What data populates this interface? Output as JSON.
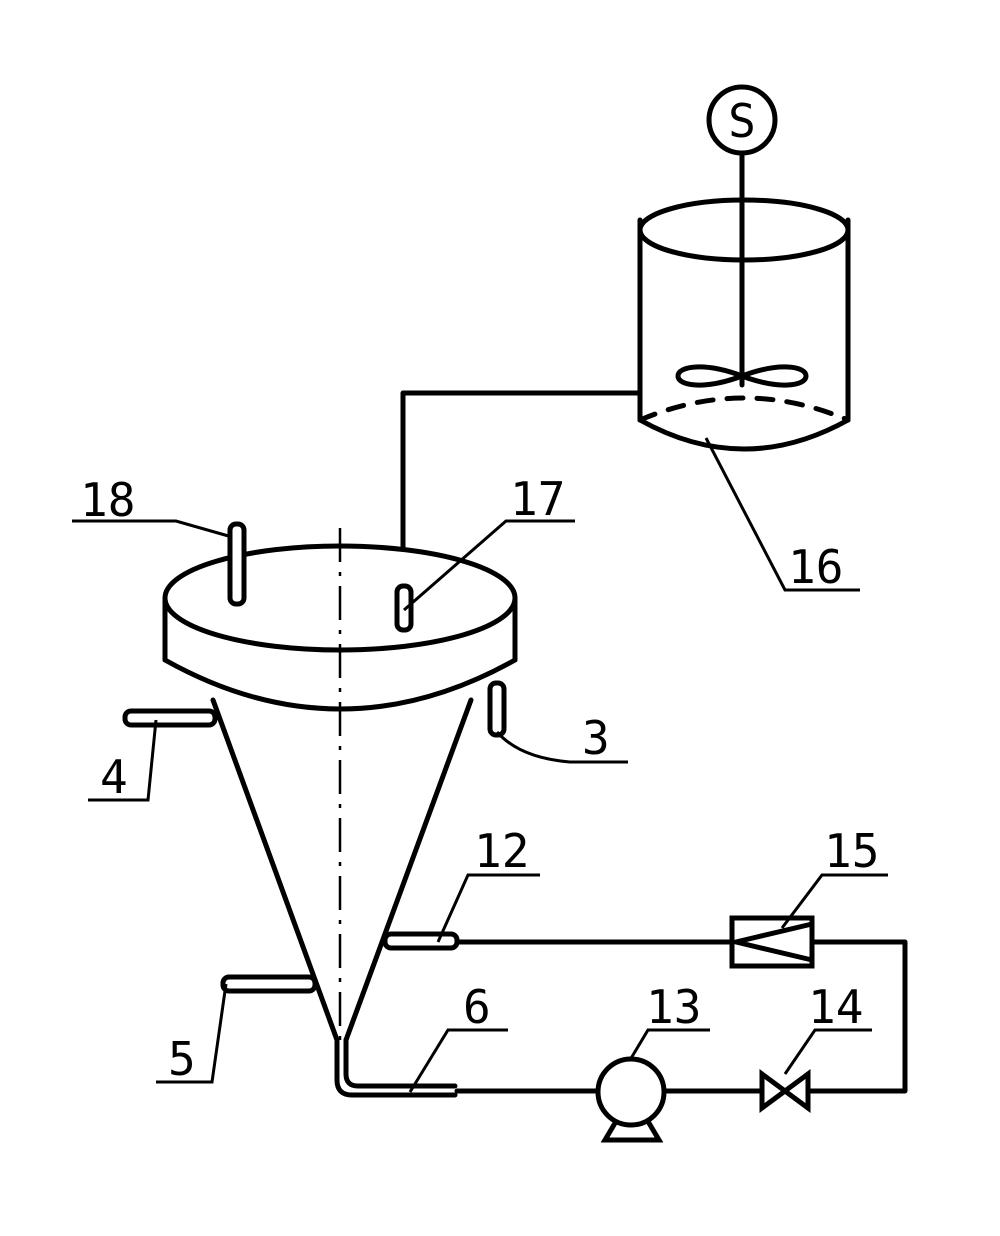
{
  "diagram": {
    "labels": {
      "n3": "3",
      "n4": "4",
      "n5": "5",
      "n6": "6",
      "n12": "12",
      "n13": "13",
      "n14": "14",
      "n15": "15",
      "n16": "16",
      "n17": "17",
      "n18": "18"
    },
    "motor_symbol": "S",
    "components": [
      "conical-vessel",
      "stirred-tank",
      "pump",
      "valve",
      "flow-meter"
    ]
  }
}
